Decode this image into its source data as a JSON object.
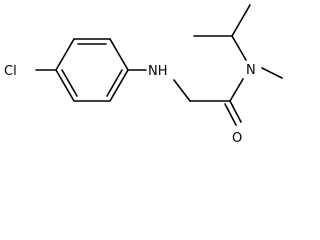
{
  "molecule": {
    "atoms": {
      "chlorine": "Cl",
      "amine": "NH",
      "amide_nitrogen": "N",
      "carbonyl_oxygen": "O"
    },
    "colors": {
      "bond": "#000000",
      "label": "#000000",
      "background": "#ffffff"
    }
  }
}
